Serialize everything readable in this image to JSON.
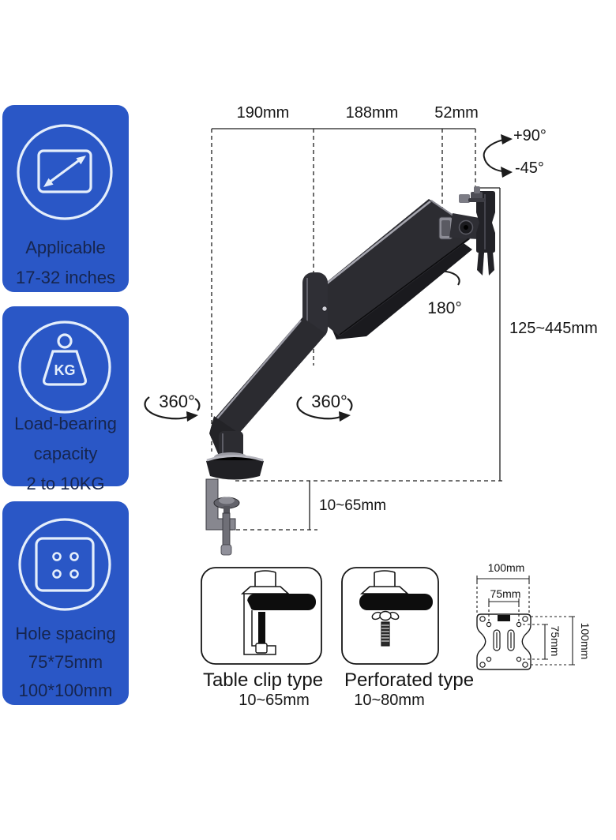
{
  "colors": {
    "card_blue": "#2a57c6",
    "card_text": "#16254e",
    "icon_stroke": "#e4eefb",
    "line_black": "#1c1c1c",
    "arm_dark": "#2c2c31",
    "arm_shadow": "#1a1a1e",
    "arm_highlight": "#a6a6af",
    "clamp_gray": "#87878f"
  },
  "feature_cards": [
    {
      "icon": "monitor-diagonal-icon",
      "lines": [
        "Applicable",
        "17-32 inches"
      ]
    },
    {
      "icon": "kg-weight-icon",
      "lines": [
        "Load-bearing",
        "capacity",
        "2 to 10KG"
      ]
    },
    {
      "icon": "vesa-holes-icon",
      "lines": [
        "Hole spacing",
        "75*75mm",
        "100*100mm"
      ]
    }
  ],
  "kg_label": "KG",
  "dims": {
    "top_segments": [
      "190mm",
      "188mm",
      "52mm"
    ],
    "tilt_up": "+90°",
    "tilt_down": "-45°",
    "swivel": "180°",
    "height_range": "125~445mm",
    "rotation_left": "360°",
    "rotation_right": "360°",
    "clamp_range": "10~65mm"
  },
  "mount_types": [
    {
      "label": "Table clip type",
      "range": "10~65mm"
    },
    {
      "label": "Perforated type",
      "range": "10~80mm"
    }
  ],
  "vesa": {
    "outer_width": "100mm",
    "inner_width": "75mm",
    "inner_height": "75mm",
    "outer_height": "100mm"
  }
}
